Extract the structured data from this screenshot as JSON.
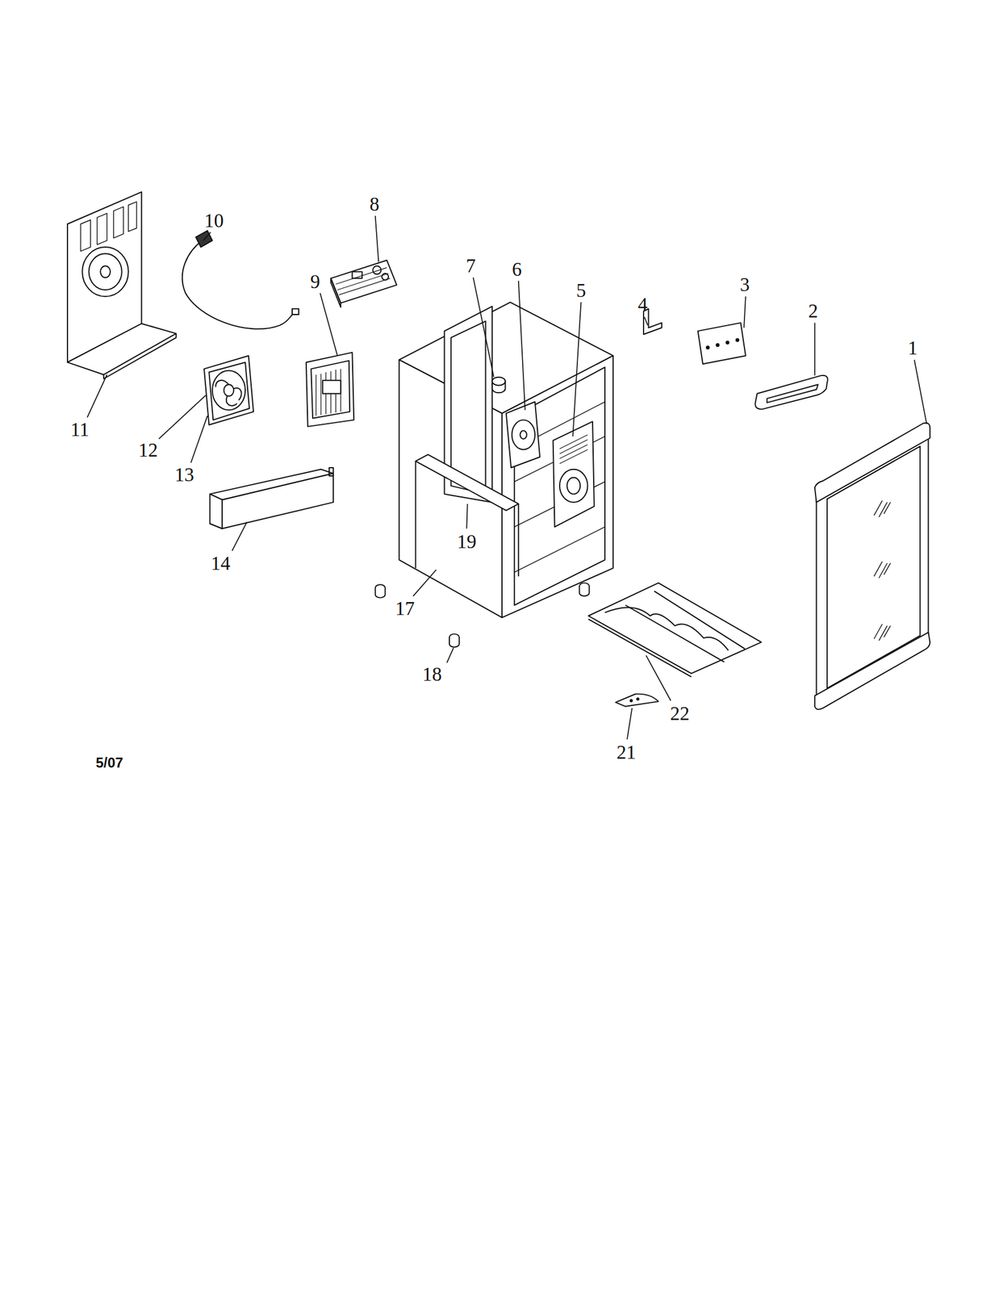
{
  "diagram": {
    "labels": [
      "10",
      "8",
      "7",
      "6",
      "5",
      "4",
      "3",
      "2",
      "1",
      "9",
      "11",
      "12",
      "13",
      "14",
      "19",
      "17",
      "18",
      "22",
      "21",
      "5/07"
    ]
  }
}
